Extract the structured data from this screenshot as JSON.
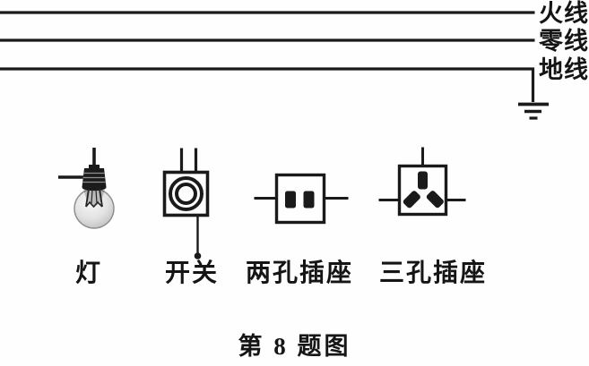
{
  "figure": {
    "caption": "第 8 题图",
    "background_color": "#fefefe",
    "ink_color": "#1a1a1a"
  },
  "wires": {
    "live": {
      "label": "火线"
    },
    "neutral": {
      "label": "零线"
    },
    "earth": {
      "label": "地线"
    }
  },
  "components": [
    {
      "id": "lamp",
      "label": "灯"
    },
    {
      "id": "switch",
      "label": "开关"
    },
    {
      "id": "two-hole-socket",
      "label": "两孔插座"
    },
    {
      "id": "three-hole-socket",
      "label": "三孔插座"
    }
  ]
}
